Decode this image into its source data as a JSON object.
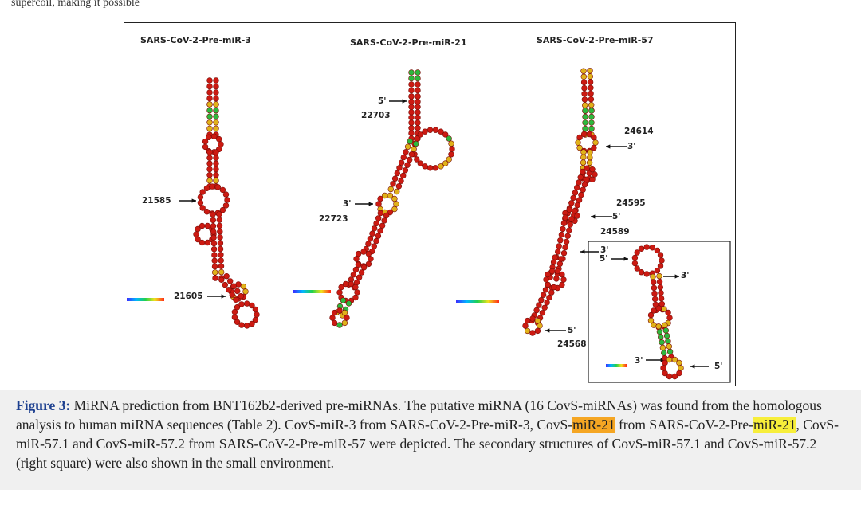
{
  "top_cut_text": "supercoil, making it possible",
  "figure": {
    "panel_titles": [
      "SARS-CoV-2-Pre-miR-3",
      "SARS-CoV-2-Pre-miR-21",
      "SARS-CoV-2-Pre-miR-57"
    ],
    "panel1": {
      "label_21585": "21585",
      "label_21605": "21605"
    },
    "panel2": {
      "label_5p": "5'",
      "label_22703": "22703",
      "label_3p": "3'",
      "label_22723": "22723"
    },
    "panel3": {
      "label_24614": "24614",
      "label_3p_a": "3'",
      "label_24595": "24595",
      "label_5p_a": "5'",
      "label_24589": "24589",
      "label_3p_b": "3'",
      "label_5p_b": "5'",
      "label_5p_c": "5'",
      "label_24568": "24568"
    },
    "inset": {
      "label_3p_top": "3'",
      "label_3p_bottom": "3'",
      "label_5p_bottom": "5'"
    },
    "colors": {
      "high": "#cc1a12",
      "mid": "#e0b21a",
      "low": "#2db83d",
      "outline": "#7a0d08"
    }
  },
  "caption": {
    "label": "Figure 3:",
    "t1": " MiRNA prediction from BNT162b2-derived pre-miRNAs. The putative miRNA (16 CovS-miRNAs) was found from the homologous analysis to human miRNA sequences (Table 2). CovS-miR-3 from SARS-CoV-2-Pre-miR-3, CovS-",
    "h1": "miR-21",
    "t2": " from SARS-CoV-2-Pre-",
    "h2": "miR-21",
    "t3": ", CovS-miR-57.1 and CovS-miR-57.2 from SARS-CoV-2-Pre-miR-57 were depicted. The secondary structures of CovS-miR-57.1 and CovS-miR-57.2 (right square) were also shown in the small environment."
  }
}
